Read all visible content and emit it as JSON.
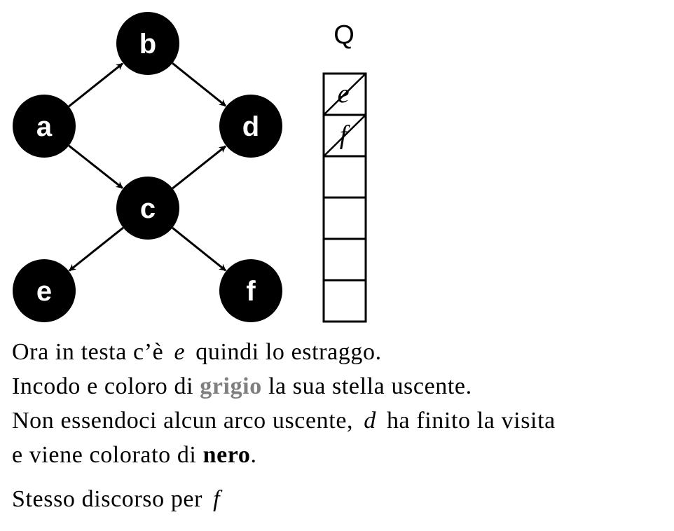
{
  "graph": {
    "nodes": [
      {
        "id": "a",
        "label": "a"
      },
      {
        "id": "b",
        "label": "b"
      },
      {
        "id": "c",
        "label": "c"
      },
      {
        "id": "d",
        "label": "d"
      },
      {
        "id": "e",
        "label": "e"
      },
      {
        "id": "f",
        "label": "f"
      }
    ],
    "edges": [
      {
        "from": "a",
        "to": "b"
      },
      {
        "from": "a",
        "to": "c"
      },
      {
        "from": "b",
        "to": "d"
      },
      {
        "from": "c",
        "to": "d"
      },
      {
        "from": "c",
        "to": "e"
      },
      {
        "from": "c",
        "to": "f"
      }
    ],
    "node_color": "#000000",
    "label_color": "#ffffff"
  },
  "queue": {
    "title": "Q",
    "items": [
      "e",
      "f",
      "",
      "",
      "",
      ""
    ],
    "crossed_out": [
      true,
      true,
      false,
      false,
      false,
      false
    ]
  },
  "text": {
    "line1_a": "Ora in testa c’è",
    "line1_math": "e",
    "line1_b": "quindi lo estraggo.",
    "line2_a": "Incodo e coloro di",
    "line2_grey": "grigio",
    "line2_b": "la sua stella uscente.",
    "line3_a": "Non essendoci alcun arco uscente,",
    "line3_math": "d",
    "line3_b": "ha finito la visita",
    "line4_a": "e viene colorato di",
    "line4_bold": "nero",
    "line4_b": ".",
    "line5_a": "Stesso discorso per",
    "line5_math": "f"
  },
  "colors": {
    "grey_highlight": "#7f7f7f",
    "black": "#000000"
  }
}
